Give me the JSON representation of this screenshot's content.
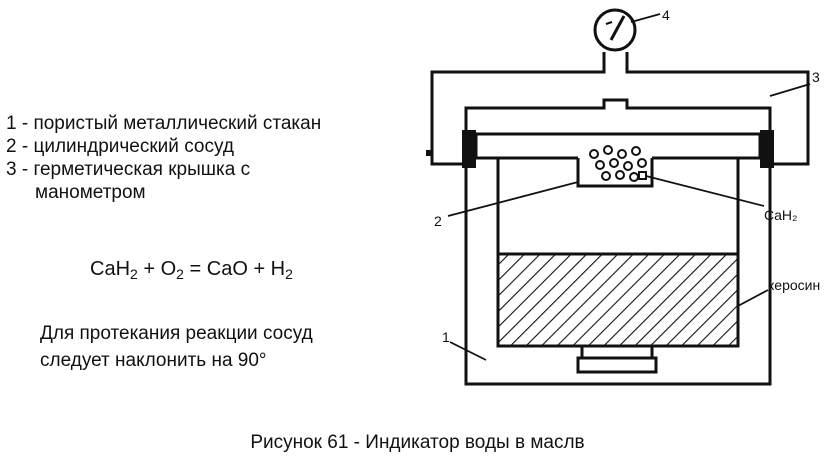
{
  "legend": {
    "items": [
      "1 - пористый металлический стакан",
      "2 - цилиндрический сосуд",
      "3 - герметическая крышка с",
      "манометром"
    ]
  },
  "equation": {
    "lhs_a": "CaH",
    "lhs_a_sub": "2",
    "plus1": " + O",
    "o_sub": "2",
    "rhs": " = CaO + H",
    "h_sub": "2"
  },
  "note": {
    "line1": "Для протекания реакции сосуд",
    "line2": "следует наклонить на 90°"
  },
  "caption": "Рисунок 61 - Индикатор воды в маслв",
  "diagram_labels": {
    "gauge": "4",
    "lid": "3",
    "reagent": "CaH₂",
    "vessel": "2",
    "liquid": "керосин",
    "cup": "1"
  }
}
